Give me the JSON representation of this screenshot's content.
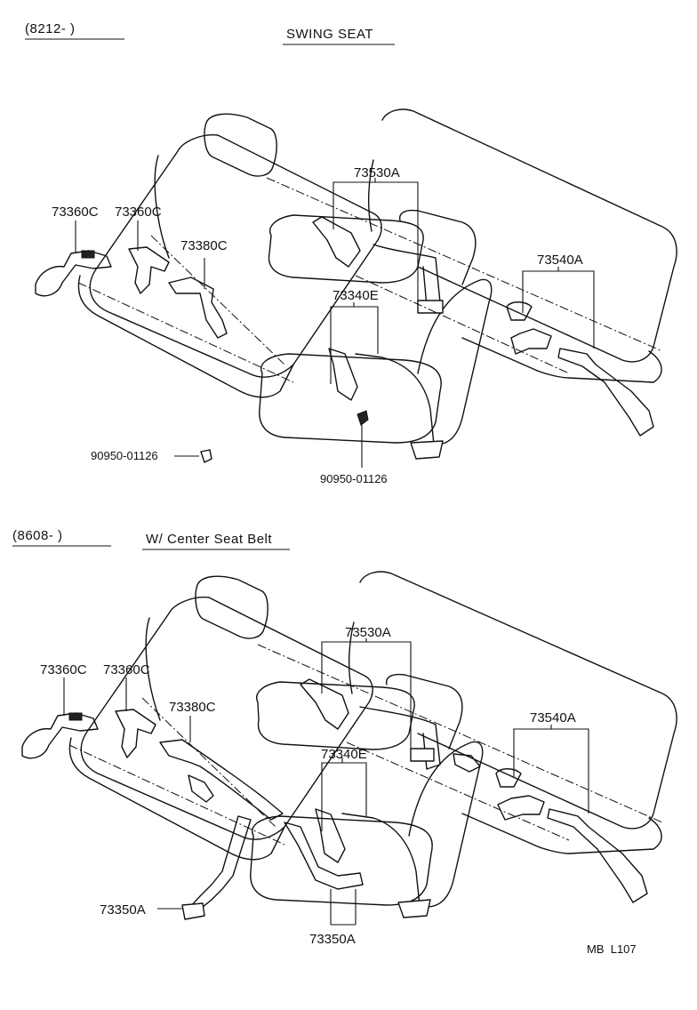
{
  "top_section": {
    "code": "(8212-       )",
    "title": "SWING SEAT",
    "labels": {
      "p73530A": "73530A",
      "p73360C_a": "73360C",
      "p73360C_b": "73360C",
      "p73380C": "73380C",
      "p73340E": "73340E",
      "p73540A": "73540A",
      "p90950_left": "90950-01126",
      "p90950_bottom": "90950-01126"
    }
  },
  "bottom_section": {
    "code": "(8608-        )",
    "title": "W/ Center Seat Belt",
    "labels": {
      "p73530A": "73530A",
      "p73360C_a": "73360C",
      "p73360C_b": "73360C",
      "p73380C": "73380C",
      "p73340E": "73340E",
      "p73540A": "73540A",
      "p73350A_left": "73350A",
      "p73350A_bottom": "73350A"
    }
  },
  "footer": {
    "ref": "MB  L107"
  }
}
